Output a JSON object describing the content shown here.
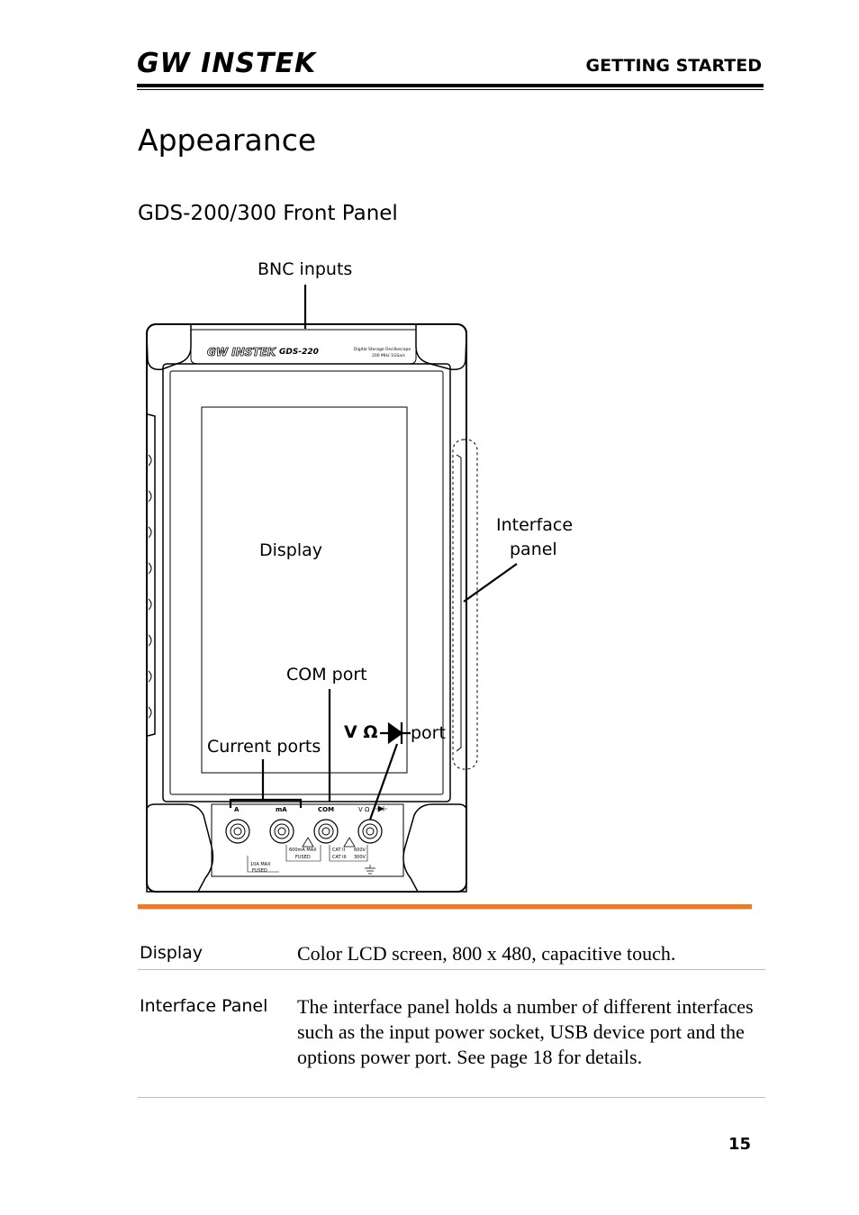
{
  "header": {
    "logo_text": "GW INSTEK",
    "section": "GETTING STARTED"
  },
  "page_title": "Appearance",
  "subtitle": "GDS-200/300 Front Panel",
  "figure": {
    "callouts": {
      "bnc": "BNC inputs",
      "display": "Display",
      "interface_line1": "Interface",
      "interface_line2": "panel",
      "com": "COM port",
      "current": "Current ports",
      "v_symbol": "V Ω",
      "v_port": "port"
    },
    "device": {
      "brand": "GW INSTEK",
      "model": "GDS-220",
      "spec_line1": "Digital Storage Oscilloscope",
      "spec_line2": "200 MHz  1GSa/s",
      "port_a": "A",
      "port_ma": "mA",
      "port_com": "COM",
      "port_v": "V Ω",
      "label_10a_1": "10A MAX",
      "label_10a_2": "FUSED",
      "label_600ma_1": "600mA MAX",
      "label_600ma_2": "FUSED",
      "label_cat2": "CAT II",
      "label_cat3": "CAT III",
      "label_600v": "600V",
      "label_300v": "300V"
    }
  },
  "table": [
    {
      "term": "Display",
      "description": "Color LCD screen, 800 x 480, capacitive touch."
    },
    {
      "term": "Interface Panel",
      "description": "The interface panel holds a number of different interfaces such as the input power socket, USB device port and the options power port. See page 18 for details."
    }
  ],
  "page_number": "15"
}
